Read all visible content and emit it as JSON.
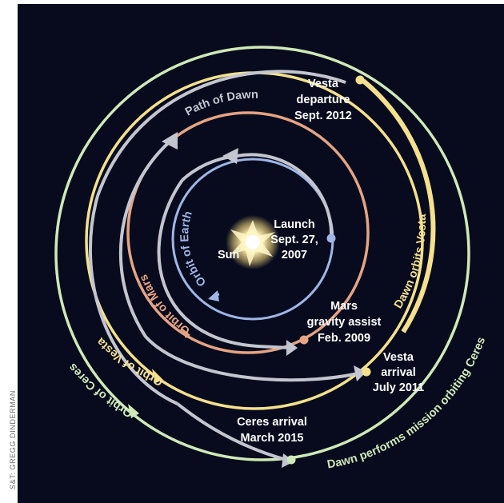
{
  "credit": "S&T: GREGG DINDERMAN",
  "colors": {
    "background": "#070b1d",
    "earth": "#9fb6e6",
    "mars": "#e6a383",
    "vesta": "#f4e08d",
    "ceres": "#cfe9b8",
    "dawn_path": "#c3c6cf",
    "sun": "#fff6c8"
  },
  "orbits": {
    "earth": "Orbit of Earth",
    "mars": "Orbit of Mars",
    "vesta": "Orbit of Vesta",
    "ceres": "Orbit of Ceres"
  },
  "path_label": "Path of Dawn",
  "sun_label": "Sun",
  "events": {
    "launch": [
      "Launch",
      "Sept. 27,",
      "2007"
    ],
    "mars_assist": [
      "Mars",
      "gravity assist",
      "Feb. 2009"
    ],
    "vesta_arrival": [
      "Vesta",
      "arrival",
      "July 2011"
    ],
    "vesta_departure": [
      "Vesta",
      "departure",
      "Sept. 2012"
    ],
    "ceres_arrival": [
      "Ceres arrival",
      "March 2015"
    ]
  },
  "phases": {
    "vesta_orbit": "Dawn orbits Vesta",
    "ceres_mission": "Dawn performs mission orbiting Ceres"
  }
}
